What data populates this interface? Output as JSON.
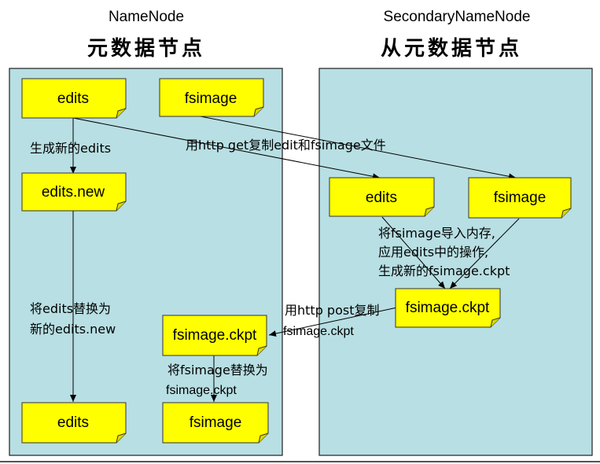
{
  "headers": {
    "left_en": "NameNode",
    "left_cn": "元数据节点",
    "right_en": "SecondaryNameNode",
    "right_cn": "从元数据节点"
  },
  "colors": {
    "panel_fill": "#b8dfe3",
    "panel_stroke": "#1f1f1f",
    "note_fill": "#ffff00",
    "note_stroke": "#333333",
    "arrow": "#000000",
    "text": "#000000"
  },
  "nodes": {
    "nn_edits": "edits",
    "nn_fsimage": "fsimage",
    "nn_edits_new": "edits.new",
    "nn_fsimage_ckpt": "fsimage.ckpt",
    "nn_edits_final": "edits",
    "nn_fsimage_final": "fsimage",
    "snn_edits": "edits",
    "snn_fsimage": "fsimage",
    "snn_fsimage_ckpt": "fsimage.ckpt"
  },
  "labels": {
    "gen_new_edits": "生成新的edits",
    "http_get": "用http get复制edit和fsimage文件",
    "merge_line1": "将fsimage导入内存,",
    "merge_line2": "应用edits中的操作,",
    "merge_line3": "生成新的fsimage.ckpt",
    "replace_edits_line1": "将edits替换为",
    "replace_edits_line2": "新的edits.new",
    "http_post_line1": "用http post复制",
    "http_post_line2": "fsimage.ckpt",
    "replace_fsimage_line1": "将fsimage替换为",
    "replace_fsimage_line2": "fsimage.ckpt"
  }
}
